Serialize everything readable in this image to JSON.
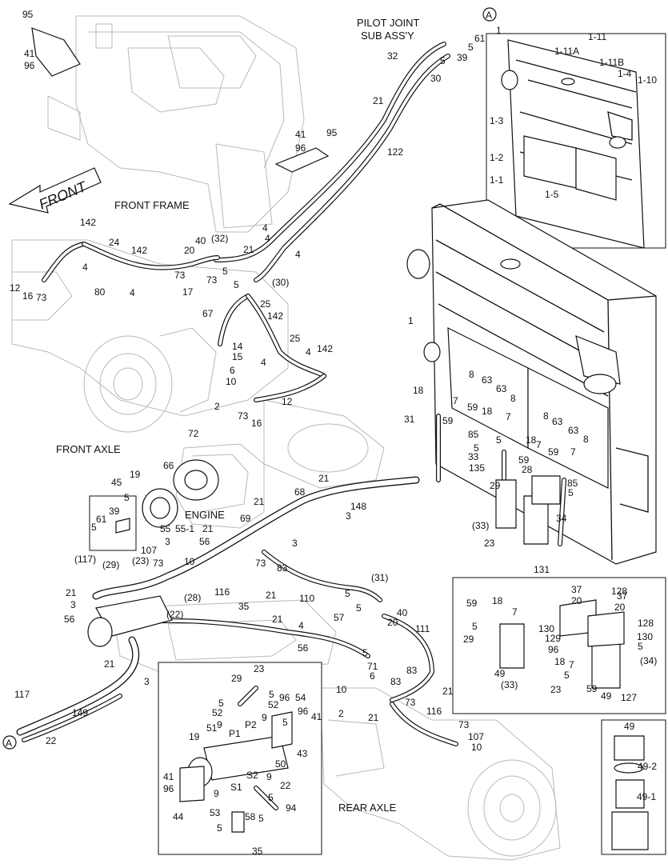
{
  "titles": {
    "pilot_joint_line1": "PILOT JOINT",
    "pilot_joint_line2": "SUB ASS'Y",
    "front": "FRONT",
    "front_frame": "FRONT FRAME",
    "front_axle": "FRONT AXLE",
    "engine": "ENGINE",
    "rear_axle": "REAR AXLE",
    "ref_a": "A"
  },
  "labels": [
    {
      "id": "l1",
      "text": "95"
    },
    {
      "id": "l2",
      "text": "41"
    },
    {
      "id": "l3",
      "text": "96"
    },
    {
      "id": "l4",
      "text": "41"
    },
    {
      "id": "l5",
      "text": "96"
    },
    {
      "id": "l6",
      "text": "95"
    },
    {
      "id": "l7",
      "text": "32"
    },
    {
      "id": "l8",
      "text": "30"
    },
    {
      "id": "l9",
      "text": "21"
    },
    {
      "id": "l10",
      "text": "122"
    },
    {
      "id": "l11",
      "text": "5"
    },
    {
      "id": "l12",
      "text": "39"
    },
    {
      "id": "l13",
      "text": "5"
    },
    {
      "id": "l14",
      "text": "61"
    },
    {
      "id": "l15",
      "text": "1"
    },
    {
      "id": "l16",
      "text": "1-11"
    },
    {
      "id": "l17",
      "text": "1-11A"
    },
    {
      "id": "l18",
      "text": "1-11B"
    },
    {
      "id": "l19",
      "text": "1-4"
    },
    {
      "id": "l20",
      "text": "1-10"
    },
    {
      "id": "l21",
      "text": "1-3"
    },
    {
      "id": "l22",
      "text": "1-2"
    },
    {
      "id": "l23",
      "text": "1-1"
    },
    {
      "id": "l24",
      "text": "1-5"
    },
    {
      "id": "l25",
      "text": "142"
    },
    {
      "id": "l26",
      "text": "24"
    },
    {
      "id": "l27",
      "text": "142"
    },
    {
      "id": "l28",
      "text": "4"
    },
    {
      "id": "l29",
      "text": "4"
    },
    {
      "id": "l30",
      "text": "12"
    },
    {
      "id": "l31",
      "text": "16"
    },
    {
      "id": "l32",
      "text": "73"
    },
    {
      "id": "l33",
      "text": "80"
    },
    {
      "id": "l34",
      "text": "4"
    },
    {
      "id": "l35",
      "text": "40"
    },
    {
      "id": "l36",
      "text": "(32)"
    },
    {
      "id": "l37",
      "text": "20"
    },
    {
      "id": "l38",
      "text": "21"
    },
    {
      "id": "l39",
      "text": "4"
    },
    {
      "id": "l40",
      "text": "4"
    },
    {
      "id": "l41",
      "text": "73"
    },
    {
      "id": "l42",
      "text": "73"
    },
    {
      "id": "l43",
      "text": "5"
    },
    {
      "id": "l44",
      "text": "17"
    },
    {
      "id": "l45",
      "text": "5"
    },
    {
      "id": "l46",
      "text": "(30)"
    },
    {
      "id": "l47",
      "text": "67"
    },
    {
      "id": "l48",
      "text": "25"
    },
    {
      "id": "l49",
      "text": "142"
    },
    {
      "id": "l50",
      "text": "25"
    },
    {
      "id": "l51",
      "text": "14"
    },
    {
      "id": "l52",
      "text": "15"
    },
    {
      "id": "l53",
      "text": "6"
    },
    {
      "id": "l54",
      "text": "10"
    },
    {
      "id": "l55",
      "text": "4"
    },
    {
      "id": "l56",
      "text": "142"
    },
    {
      "id": "l57",
      "text": "4"
    },
    {
      "id": "l58",
      "text": "2"
    },
    {
      "id": "l59",
      "text": "12"
    },
    {
      "id": "l60",
      "text": "73"
    },
    {
      "id": "l61",
      "text": "16"
    },
    {
      "id": "l62",
      "text": "1"
    },
    {
      "id": "l63",
      "text": "18"
    },
    {
      "id": "l64",
      "text": "7"
    },
    {
      "id": "l65",
      "text": "8"
    },
    {
      "id": "l66",
      "text": "63"
    },
    {
      "id": "l67",
      "text": "63"
    },
    {
      "id": "l68",
      "text": "8"
    },
    {
      "id": "l69",
      "text": "31"
    },
    {
      "id": "l70",
      "text": "59"
    },
    {
      "id": "l71",
      "text": "59"
    },
    {
      "id": "l72",
      "text": "18"
    },
    {
      "id": "l73",
      "text": "7"
    },
    {
      "id": "l74",
      "text": "8"
    },
    {
      "id": "l75",
      "text": "63"
    },
    {
      "id": "l76",
      "text": "63"
    },
    {
      "id": "l77",
      "text": "8"
    },
    {
      "id": "l78",
      "text": "85"
    },
    {
      "id": "l79",
      "text": "5"
    },
    {
      "id": "l80",
      "text": "5"
    },
    {
      "id": "l81",
      "text": "18"
    },
    {
      "id": "l82",
      "text": "7"
    },
    {
      "id": "l83",
      "text": "33"
    },
    {
      "id": "l84",
      "text": "135"
    },
    {
      "id": "l85",
      "text": "59"
    },
    {
      "id": "l86",
      "text": "28"
    },
    {
      "id": "l87",
      "text": "59"
    },
    {
      "id": "l88",
      "text": "7"
    },
    {
      "id": "l89",
      "text": "85"
    },
    {
      "id": "l90",
      "text": "5"
    },
    {
      "id": "l91",
      "text": "29"
    },
    {
      "id": "l92",
      "text": "(33)"
    },
    {
      "id": "l93",
      "text": "34"
    },
    {
      "id": "l94",
      "text": "23"
    },
    {
      "id": "l95",
      "text": "131"
    },
    {
      "id": "l96",
      "text": "72"
    },
    {
      "id": "l97",
      "text": "66"
    },
    {
      "id": "l98",
      "text": "45"
    },
    {
      "id": "l99",
      "text": "19"
    },
    {
      "id": "l100",
      "text": "5"
    },
    {
      "id": "l101",
      "text": "61"
    },
    {
      "id": "l102",
      "text": "39"
    },
    {
      "id": "l103",
      "text": "5"
    },
    {
      "id": "l104",
      "text": "55"
    },
    {
      "id": "l105",
      "text": "55-1"
    },
    {
      "id": "l106",
      "text": "21"
    },
    {
      "id": "l107",
      "text": "68"
    },
    {
      "id": "l108",
      "text": "3"
    },
    {
      "id": "l109",
      "text": "148"
    },
    {
      "id": "l110",
      "text": "21"
    },
    {
      "id": "l111",
      "text": "69"
    },
    {
      "id": "l112",
      "text": "3"
    },
    {
      "id": "l113",
      "text": "21"
    },
    {
      "id": "l114",
      "text": "56"
    },
    {
      "id": "l115",
      "text": "73"
    },
    {
      "id": "l116",
      "text": "107"
    },
    {
      "id": "l117",
      "text": "3"
    },
    {
      "id": "l118",
      "text": "(117)"
    },
    {
      "id": "l119",
      "text": "(29)"
    },
    {
      "id": "l120",
      "text": "(23)"
    },
    {
      "id": "l121",
      "text": "10"
    },
    {
      "id": "l122",
      "text": "73"
    },
    {
      "id": "l123",
      "text": "(28)"
    },
    {
      "id": "l124",
      "text": "116"
    },
    {
      "id": "l125",
      "text": "21"
    },
    {
      "id": "l126",
      "text": "3"
    },
    {
      "id": "l127",
      "text": "56"
    },
    {
      "id": "l128",
      "text": "(22)"
    },
    {
      "id": "l129",
      "text": "83"
    },
    {
      "id": "l130",
      "text": "21"
    },
    {
      "id": "l131",
      "text": "110"
    },
    {
      "id": "l132",
      "text": "(31)"
    },
    {
      "id": "l133",
      "text": "5"
    },
    {
      "id": "l134",
      "text": "57"
    },
    {
      "id": "l135",
      "text": "5"
    },
    {
      "id": "l136",
      "text": "40"
    },
    {
      "id": "l137",
      "text": "20"
    },
    {
      "id": "l138",
      "text": "35"
    },
    {
      "id": "l139",
      "text": "21"
    },
    {
      "id": "l140",
      "text": "4"
    },
    {
      "id": "l141",
      "text": "56"
    },
    {
      "id": "l142",
      "text": "111"
    },
    {
      "id": "l143",
      "text": "21"
    },
    {
      "id": "l144",
      "text": "3"
    },
    {
      "id": "l145",
      "text": "5"
    },
    {
      "id": "l146",
      "text": "71"
    },
    {
      "id": "l147",
      "text": "6"
    },
    {
      "id": "l148",
      "text": "83"
    },
    {
      "id": "l149",
      "text": "10"
    },
    {
      "id": "l150",
      "text": "83"
    },
    {
      "id": "l151",
      "text": "21"
    },
    {
      "id": "l152",
      "text": "117"
    },
    {
      "id": "l153",
      "text": "149"
    },
    {
      "id": "l154",
      "text": "22"
    },
    {
      "id": "l155",
      "text": "2"
    },
    {
      "id": "l156",
      "text": "73"
    },
    {
      "id": "l157",
      "text": "21"
    },
    {
      "id": "l158",
      "text": "116"
    },
    {
      "id": "l159",
      "text": "73"
    },
    {
      "id": "l160",
      "text": "107"
    },
    {
      "id": "l161",
      "text": "10"
    },
    {
      "id": "l162",
      "text": "59"
    },
    {
      "id": "l163",
      "text": "18"
    },
    {
      "id": "l164",
      "text": "7"
    },
    {
      "id": "l165",
      "text": "37"
    },
    {
      "id": "l166",
      "text": "20"
    },
    {
      "id": "l167",
      "text": "128"
    },
    {
      "id": "l168",
      "text": "37"
    },
    {
      "id": "l169",
      "text": "20"
    },
    {
      "id": "l170",
      "text": "128"
    },
    {
      "id": "l171",
      "text": "5"
    },
    {
      "id": "l172",
      "text": "29"
    },
    {
      "id": "l173",
      "text": "130"
    },
    {
      "id": "l174",
      "text": "129"
    },
    {
      "id": "l175",
      "text": "96"
    },
    {
      "id": "l176",
      "text": "130"
    },
    {
      "id": "l177",
      "text": "5"
    },
    {
      "id": "l178",
      "text": "18"
    },
    {
      "id": "l179",
      "text": "7"
    },
    {
      "id": "l180",
      "text": "(34)"
    },
    {
      "id": "l181",
      "text": "49"
    },
    {
      "id": "l182",
      "text": "5"
    },
    {
      "id": "l183",
      "text": "(33)"
    },
    {
      "id": "l184",
      "text": "23"
    },
    {
      "id": "l185",
      "text": "59"
    },
    {
      "id": "l186",
      "text": "49"
    },
    {
      "id": "l187",
      "text": "127"
    },
    {
      "id": "l188",
      "text": "49"
    },
    {
      "id": "l189",
      "text": "49-2"
    },
    {
      "id": "l190",
      "text": "49-1"
    },
    {
      "id": "l191",
      "text": "23"
    },
    {
      "id": "l192",
      "text": "29"
    },
    {
      "id": "l193",
      "text": "5"
    },
    {
      "id": "l194",
      "text": "5"
    },
    {
      "id": "l195",
      "text": "96"
    },
    {
      "id": "l196",
      "text": "54"
    },
    {
      "id": "l197",
      "text": "52"
    },
    {
      "id": "l198",
      "text": "52"
    },
    {
      "id": "l199",
      "text": "96"
    },
    {
      "id": "l200",
      "text": "9"
    },
    {
      "id": "l201",
      "text": "9"
    },
    {
      "id": "l202",
      "text": "5"
    },
    {
      "id": "l203",
      "text": "41"
    },
    {
      "id": "l204",
      "text": "19"
    },
    {
      "id": "l205",
      "text": "51"
    },
    {
      "id": "l206",
      "text": "P1"
    },
    {
      "id": "l207",
      "text": "P2"
    },
    {
      "id": "l208",
      "text": "43"
    },
    {
      "id": "l209",
      "text": "50"
    },
    {
      "id": "l210",
      "text": "41"
    },
    {
      "id": "l211",
      "text": "96"
    },
    {
      "id": "l212",
      "text": "S2"
    },
    {
      "id": "l213",
      "text": "9"
    },
    {
      "id": "l214",
      "text": "S1"
    },
    {
      "id": "l215",
      "text": "22"
    },
    {
      "id": "l216",
      "text": "9"
    },
    {
      "id": "l217",
      "text": "5"
    },
    {
      "id": "l218",
      "text": "44"
    },
    {
      "id": "l219",
      "text": "53"
    },
    {
      "id": "l220",
      "text": "58"
    },
    {
      "id": "l221",
      "text": "5"
    },
    {
      "id": "l222",
      "text": "94"
    },
    {
      "id": "l223",
      "text": "5"
    },
    {
      "id": "l224",
      "text": "35"
    }
  ]
}
